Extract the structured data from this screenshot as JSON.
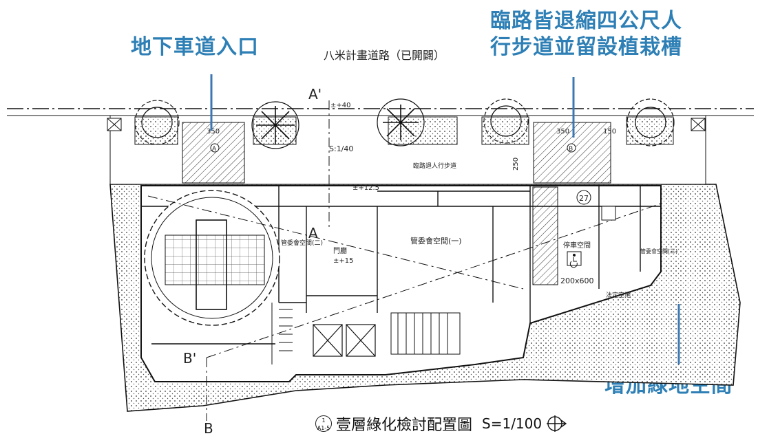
{
  "callouts": {
    "ramp_entrance": "地下車道入口",
    "setback_line1": "臨路皆退縮四公尺人",
    "setback_line2": "行步道並留設植栽槽",
    "green_space": "增加綠地空間"
  },
  "plan": {
    "road_label": "八米計畫道路（已開闢）",
    "section_a_top": "A'",
    "section_a_bottom": "A",
    "section_b_top": "B'",
    "section_b_bottom": "B",
    "slope": "S:1/40",
    "level_road": "±+40",
    "level_entry": "±+12.5",
    "level_lobby": "±+15",
    "lobby_label": "門廳",
    "hall_label": "管委會空間(一)",
    "hall2_label": "管委會空間(二)",
    "hall3_label": "管委會空間(三)",
    "parking_label": "停車空間",
    "accessible_size": "200x600",
    "dim_350_a": "350",
    "dim_350_b": "350",
    "dim_250": "250",
    "dim_150": "150",
    "badge_27": "27",
    "marker_a": "A",
    "marker_b": "B",
    "pedestrian_label": "臨路退人行步道",
    "garden_label": "法定空地"
  },
  "caption": {
    "marker_top": "1",
    "marker_bottom": "A1-5",
    "title": "壹層綠化檢討配置圖",
    "scale": "S=1/100"
  },
  "colors": {
    "callout": "#2d7fb5",
    "leader": "#3b78b3",
    "line": "#111111"
  }
}
